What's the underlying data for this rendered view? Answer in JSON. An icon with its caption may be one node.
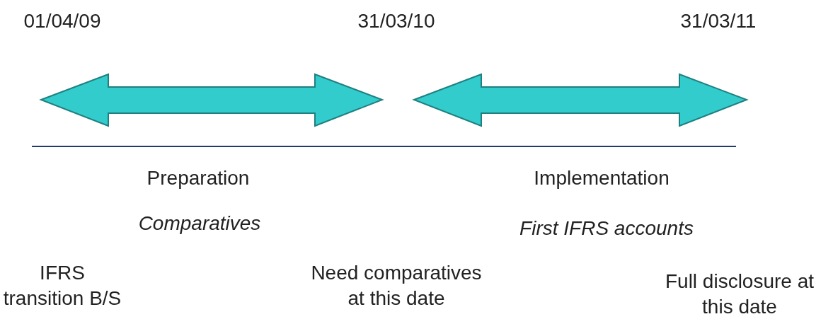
{
  "diagram": {
    "labels": [
      "01/04/09",
      "31/03/10",
      "31/03/11",
      "Preparation",
      "Implementation",
      "Comparatives",
      "First IFRS accounts",
      "IFRS transition B/S",
      "Need comparatives at this date",
      "Full disclosure at this date"
    ]
  }
}
